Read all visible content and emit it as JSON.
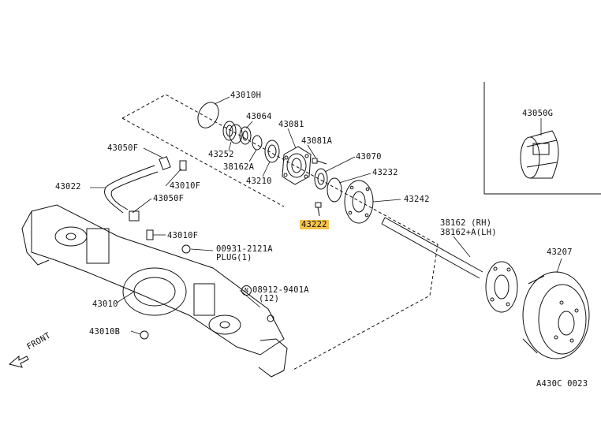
{
  "parts": {
    "p43010H": "43010H",
    "p43064": "43064",
    "p43081": "43081",
    "p43252": "43252",
    "p38162A": "38162A",
    "p43210": "43210",
    "p43081A": "43081A",
    "p43070": "43070",
    "p43232": "43232",
    "p43242": "43242",
    "p43222": "43222",
    "p43050F_top": "43050F",
    "p43022": "43022",
    "p43010F_top": "43010F",
    "p43050F_mid": "43050F",
    "p43010F_mid": "43010F",
    "plug_part": "00931-2121A",
    "plug_desc": "PLUG(1)",
    "nut_part": "08912-9401A",
    "nut_prefix": "N",
    "nut_qty": "(12)",
    "p43010": "43010",
    "p43010B": "43010B",
    "p38162_rh": "38162   (RH)",
    "p38162_lh": "38162+A(LH)",
    "p43207": "43207",
    "p43050G": "43050G"
  },
  "front_label": "FRONT",
  "diagram_code": "A430C 0023",
  "highlight_color": "#f6c24a"
}
